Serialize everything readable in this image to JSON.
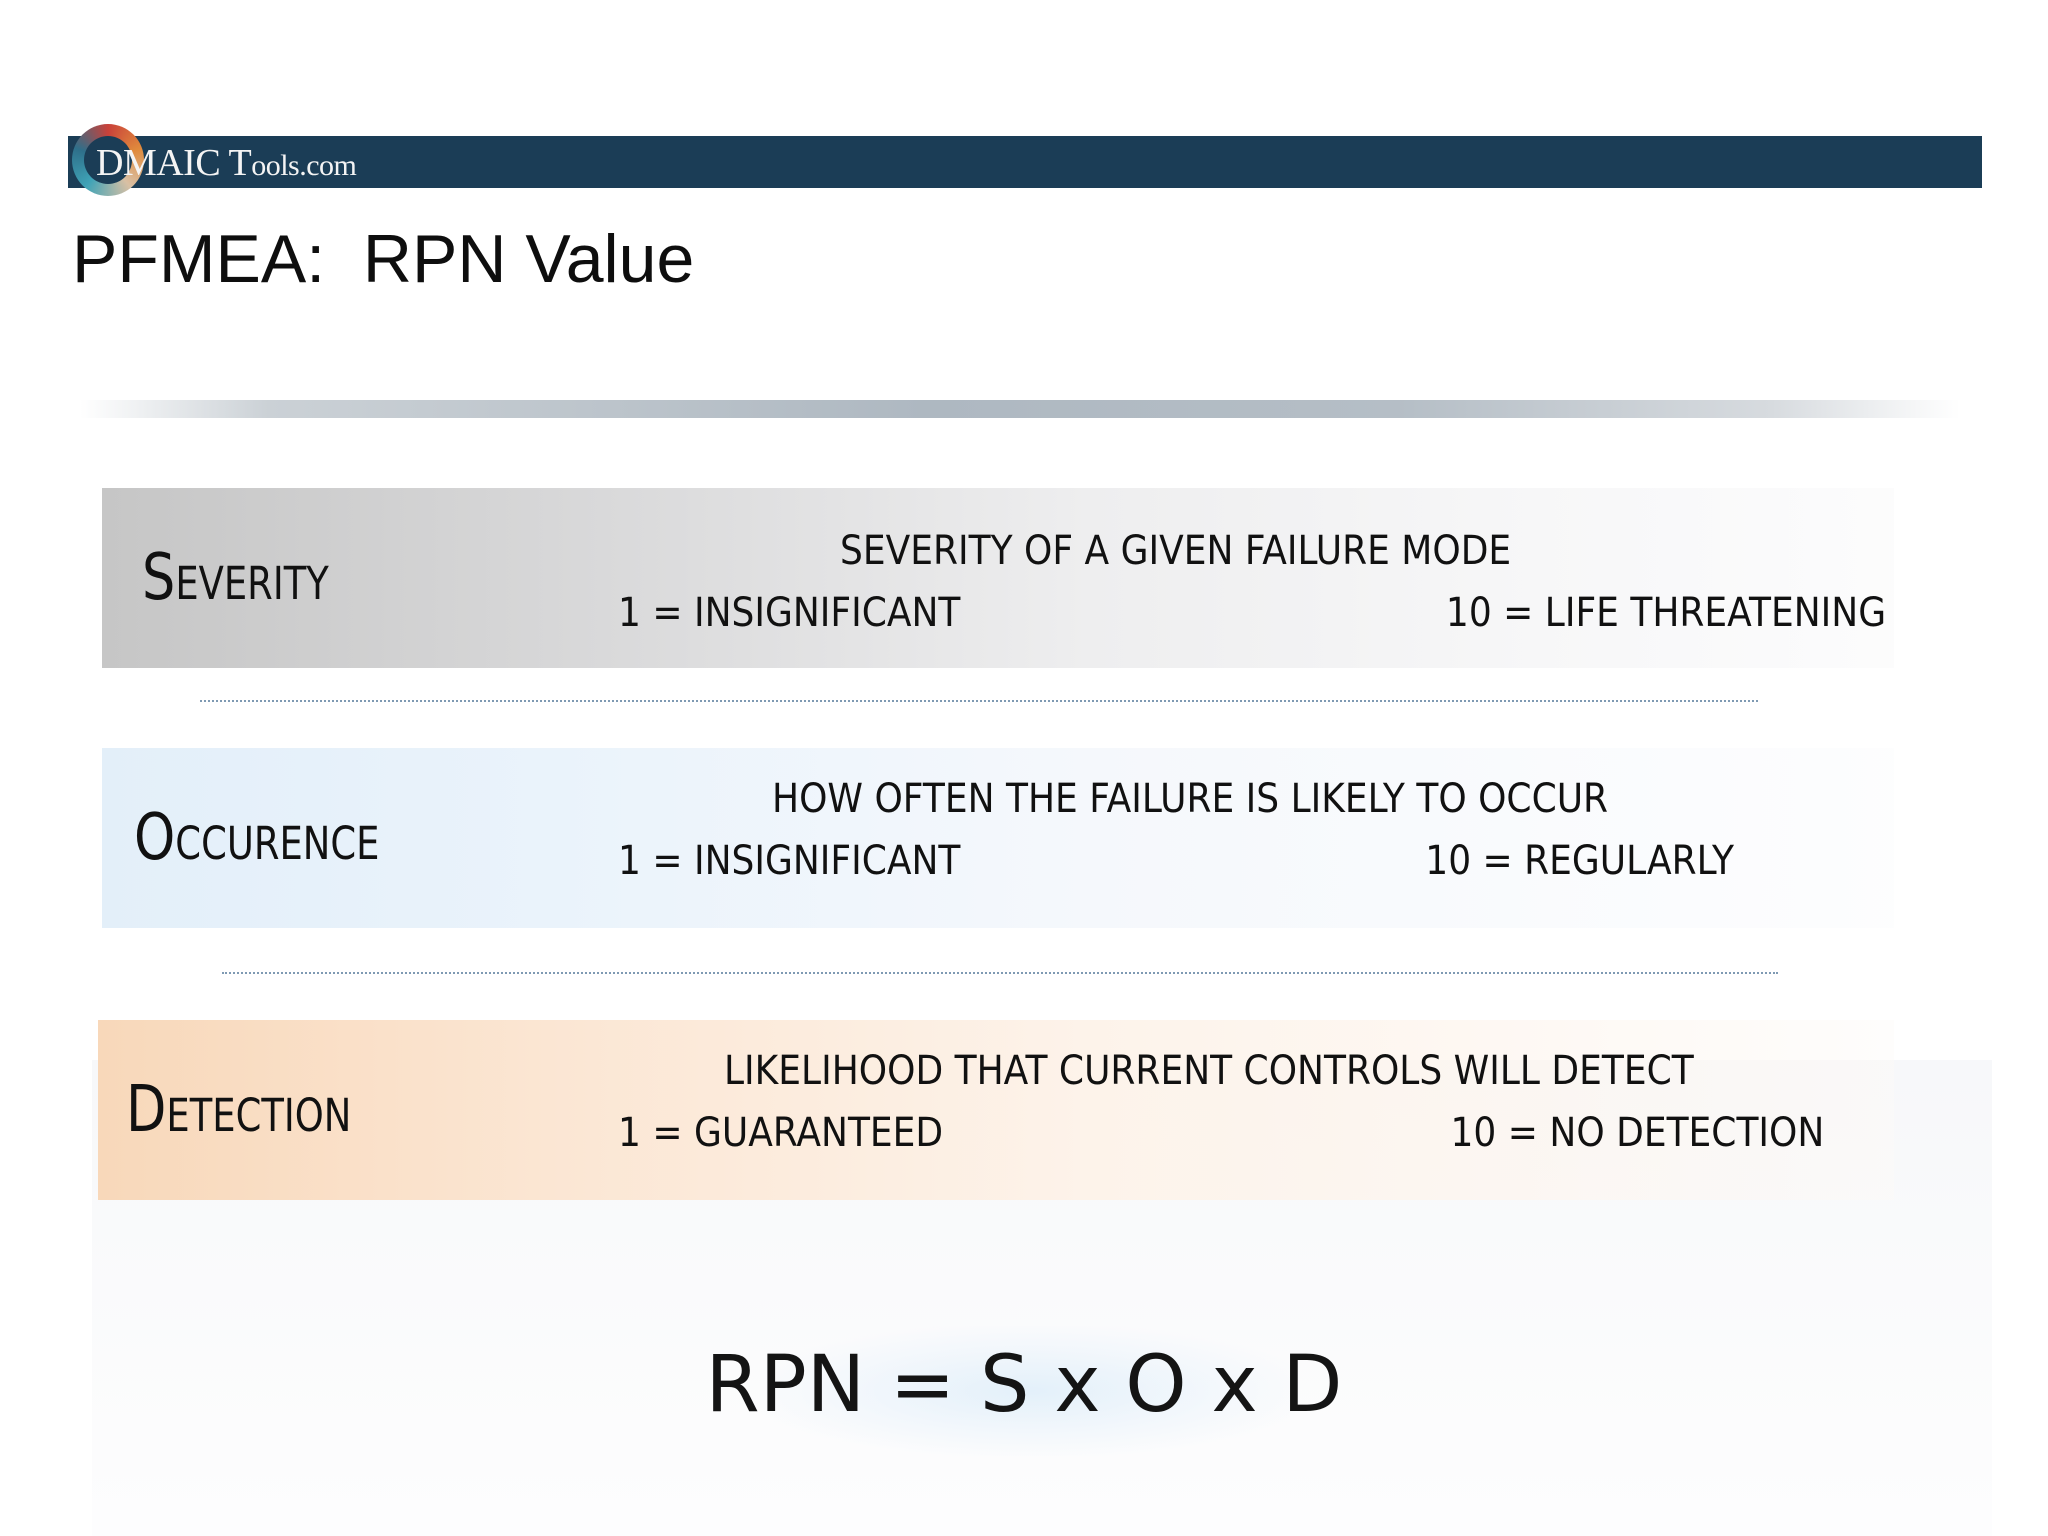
{
  "header": {
    "logo_text_big": "D",
    "logo_text_mid": "MAIC T",
    "logo_text_small": "ools.com"
  },
  "title": "PFMEA:  RPN Value",
  "rows": [
    {
      "label": "Severity",
      "description": "SEVERITY OF A GIVEN FAILURE MODE",
      "low": "1 = INSIGNIFICANT",
      "high": "10 = LIFE THREATENING"
    },
    {
      "label": "Occurence",
      "description": "HOW OFTEN THE FAILURE IS LIKELY TO OCCUR",
      "low": "1 = INSIGNIFICANT",
      "high": "10 = REGULARLY"
    },
    {
      "label": "Detection",
      "description": "LIKELIHOOD THAT CURRENT CONTROLS WILL DETECT",
      "low": "1 = GUARANTEED",
      "high": "10 = NO DETECTION"
    }
  ],
  "formula": "RPN = S x O x D",
  "colors": {
    "header_bar": "#1b3d56",
    "severity": "#c6c6c6",
    "occurrence": "#e3eff9",
    "detection": "#f8d8ba"
  }
}
